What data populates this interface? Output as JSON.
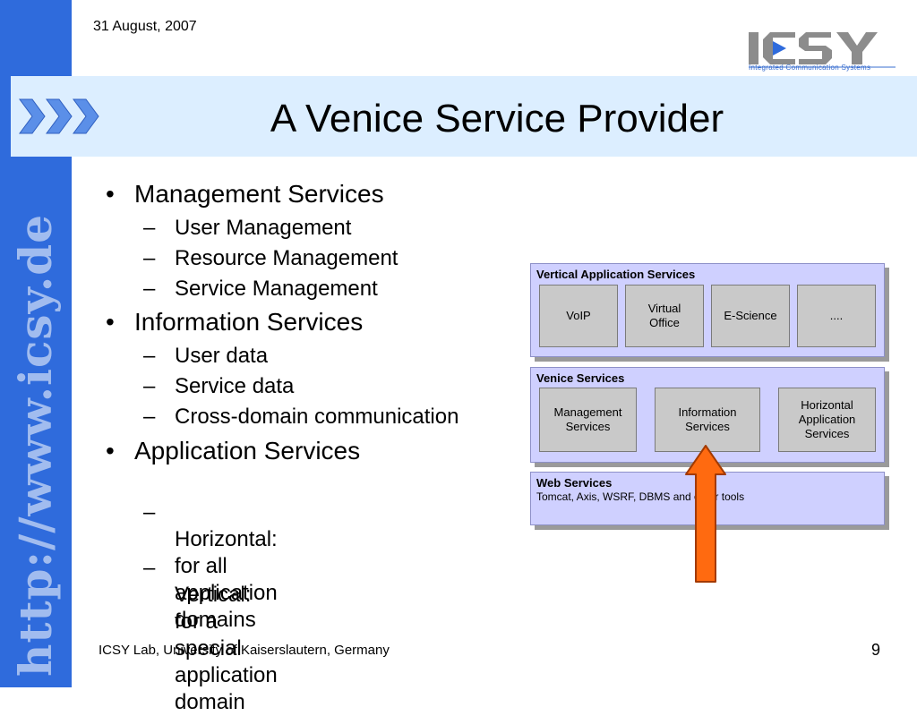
{
  "header": {
    "date": "31 August, 2007",
    "title": "A Venice Service Provider",
    "logo_text": "ICSY",
    "logo_caption": "Integrated Communication Systems"
  },
  "sidebar": {
    "url": "http://www.icsy.de"
  },
  "bullets": [
    {
      "label": "Management Services",
      "children": [
        "User Management",
        "Resource Management",
        "Service Management"
      ]
    },
    {
      "label": "Information Services",
      "children": [
        "User data",
        "Service data",
        "Cross-domain communication"
      ]
    },
    {
      "label": "Application Services",
      "children": [
        "Horizontal:\nfor all application domains",
        "Vertical:\nfor a special application domain"
      ]
    }
  ],
  "diagram": {
    "vertical": {
      "title": "Vertical Application Services",
      "boxes": [
        "VoIP",
        "Virtual\nOffice",
        "E-Science",
        "...."
      ]
    },
    "venice": {
      "title": "Venice Services",
      "boxes": [
        "Management\nServices",
        "Information\nServices",
        "Horizontal\nApplication\nServices"
      ]
    },
    "web": {
      "title": "Web Services",
      "subtitle": "Tomcat, Axis, WSRF, DBMS and other tools"
    },
    "arrow_color": "#ff6a10"
  },
  "footer": {
    "text": "ICSY Lab, University of Kaiserslautern, Germany",
    "page": "9"
  },
  "colors": {
    "sidebar": "#2f6bdc",
    "title_band": "#dceeff",
    "panel": "#cfd0ff"
  }
}
